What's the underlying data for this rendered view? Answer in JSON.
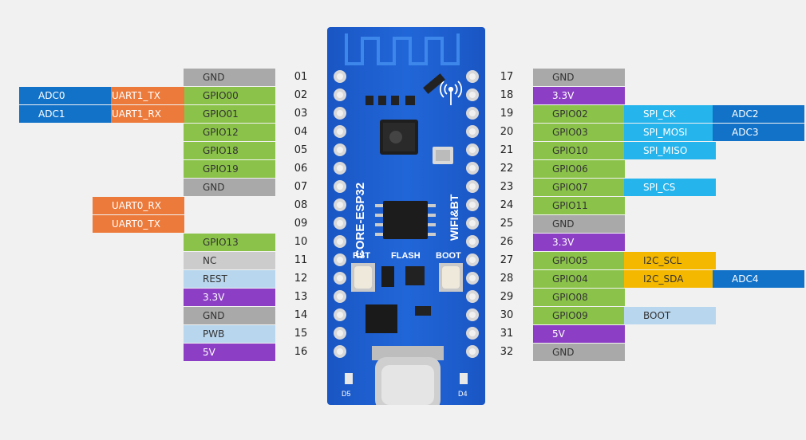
{
  "board": {
    "name": "CORE-ESP32",
    "wireless": "WIFI&BT",
    "rst": "RST",
    "flash": "FLASH",
    "boot": "BOOT",
    "d5": "D5",
    "d4": "D4"
  },
  "colors": {
    "gnd": "#a9a9a9",
    "gpio": "#8bc34a",
    "power": "#8c3fc4",
    "uart": "#ec7a3b",
    "adc": "#1272c8",
    "spi": "#26b4ec",
    "i2c": "#f5b800",
    "nc": "#cccccc",
    "ctrl": "#b8d6ee",
    "pcb": "#1d5fd0"
  },
  "pins_left": [
    {
      "num": "01",
      "labels": [
        {
          "text": "GND",
          "kind": "gnd"
        }
      ]
    },
    {
      "num": "02",
      "labels": [
        {
          "text": "GPIO00",
          "kind": "gpio"
        },
        {
          "text": "UART1_TX",
          "kind": "uart"
        },
        {
          "text": "ADC0",
          "kind": "adc"
        }
      ]
    },
    {
      "num": "03",
      "labels": [
        {
          "text": "GPIO01",
          "kind": "gpio"
        },
        {
          "text": "UART1_RX",
          "kind": "uart"
        },
        {
          "text": "ADC1",
          "kind": "adc"
        }
      ]
    },
    {
      "num": "04",
      "labels": [
        {
          "text": "GPIO12",
          "kind": "gpio"
        }
      ]
    },
    {
      "num": "05",
      "labels": [
        {
          "text": "GPIO18",
          "kind": "gpio"
        }
      ]
    },
    {
      "num": "06",
      "labels": [
        {
          "text": "GPIO19",
          "kind": "gpio"
        }
      ]
    },
    {
      "num": "07",
      "labels": [
        {
          "text": "GND",
          "kind": "gnd"
        }
      ]
    },
    {
      "num": "08",
      "labels": [
        null,
        {
          "text": "UART0_RX",
          "kind": "uart"
        }
      ]
    },
    {
      "num": "09",
      "labels": [
        null,
        {
          "text": "UART0_TX",
          "kind": "uart"
        }
      ]
    },
    {
      "num": "10",
      "labels": [
        {
          "text": "GPIO13",
          "kind": "gpio"
        }
      ]
    },
    {
      "num": "11",
      "labels": [
        {
          "text": "NC",
          "kind": "nc"
        }
      ]
    },
    {
      "num": "12",
      "labels": [
        {
          "text": "REST",
          "kind": "ctrl"
        }
      ]
    },
    {
      "num": "13",
      "labels": [
        {
          "text": "3.3V",
          "kind": "power"
        }
      ]
    },
    {
      "num": "14",
      "labels": [
        {
          "text": "GND",
          "kind": "gnd"
        }
      ]
    },
    {
      "num": "15",
      "labels": [
        {
          "text": "PWB",
          "kind": "ctrl"
        }
      ]
    },
    {
      "num": "16",
      "labels": [
        {
          "text": "5V",
          "kind": "power"
        }
      ]
    }
  ],
  "pins_right": [
    {
      "num": "17",
      "labels": [
        {
          "text": "GND",
          "kind": "gnd"
        }
      ]
    },
    {
      "num": "18",
      "labels": [
        {
          "text": "3.3V",
          "kind": "power"
        }
      ]
    },
    {
      "num": "19",
      "labels": [
        {
          "text": "GPIO02",
          "kind": "gpio"
        },
        {
          "text": "SPI_CK",
          "kind": "spi"
        },
        {
          "text": "ADC2",
          "kind": "adc"
        }
      ]
    },
    {
      "num": "20",
      "labels": [
        {
          "text": "GPIO03",
          "kind": "gpio"
        },
        {
          "text": "SPI_MOSI",
          "kind": "spi"
        },
        {
          "text": "ADC3",
          "kind": "adc"
        }
      ]
    },
    {
      "num": "21",
      "labels": [
        {
          "text": "GPIO10",
          "kind": "gpio"
        },
        {
          "text": "SPI_MISO",
          "kind": "spi"
        }
      ]
    },
    {
      "num": "22",
      "labels": [
        {
          "text": "GPIO06",
          "kind": "gpio"
        }
      ]
    },
    {
      "num": "23",
      "labels": [
        {
          "text": "GPIO07",
          "kind": "gpio"
        },
        {
          "text": "SPI_CS",
          "kind": "spi"
        }
      ]
    },
    {
      "num": "24",
      "labels": [
        {
          "text": "GPIO11",
          "kind": "gpio"
        }
      ]
    },
    {
      "num": "25",
      "labels": [
        {
          "text": "GND",
          "kind": "gnd"
        }
      ]
    },
    {
      "num": "26",
      "labels": [
        {
          "text": "3.3V",
          "kind": "power"
        }
      ]
    },
    {
      "num": "27",
      "labels": [
        {
          "text": "GPIO05",
          "kind": "gpio"
        },
        {
          "text": "I2C_SCL",
          "kind": "i2c"
        }
      ]
    },
    {
      "num": "28",
      "labels": [
        {
          "text": "GPIO04",
          "kind": "gpio"
        },
        {
          "text": "I2C_SDA",
          "kind": "i2c"
        },
        {
          "text": "ADC4",
          "kind": "adc"
        }
      ]
    },
    {
      "num": "29",
      "labels": [
        {
          "text": "GPIO08",
          "kind": "gpio"
        }
      ]
    },
    {
      "num": "30",
      "labels": [
        {
          "text": "GPIO09",
          "kind": "gpio"
        },
        {
          "text": "BOOT",
          "kind": "ctrl"
        }
      ]
    },
    {
      "num": "31",
      "labels": [
        {
          "text": "5V",
          "kind": "power"
        }
      ]
    },
    {
      "num": "32",
      "labels": [
        {
          "text": "GND",
          "kind": "gnd"
        }
      ]
    }
  ]
}
